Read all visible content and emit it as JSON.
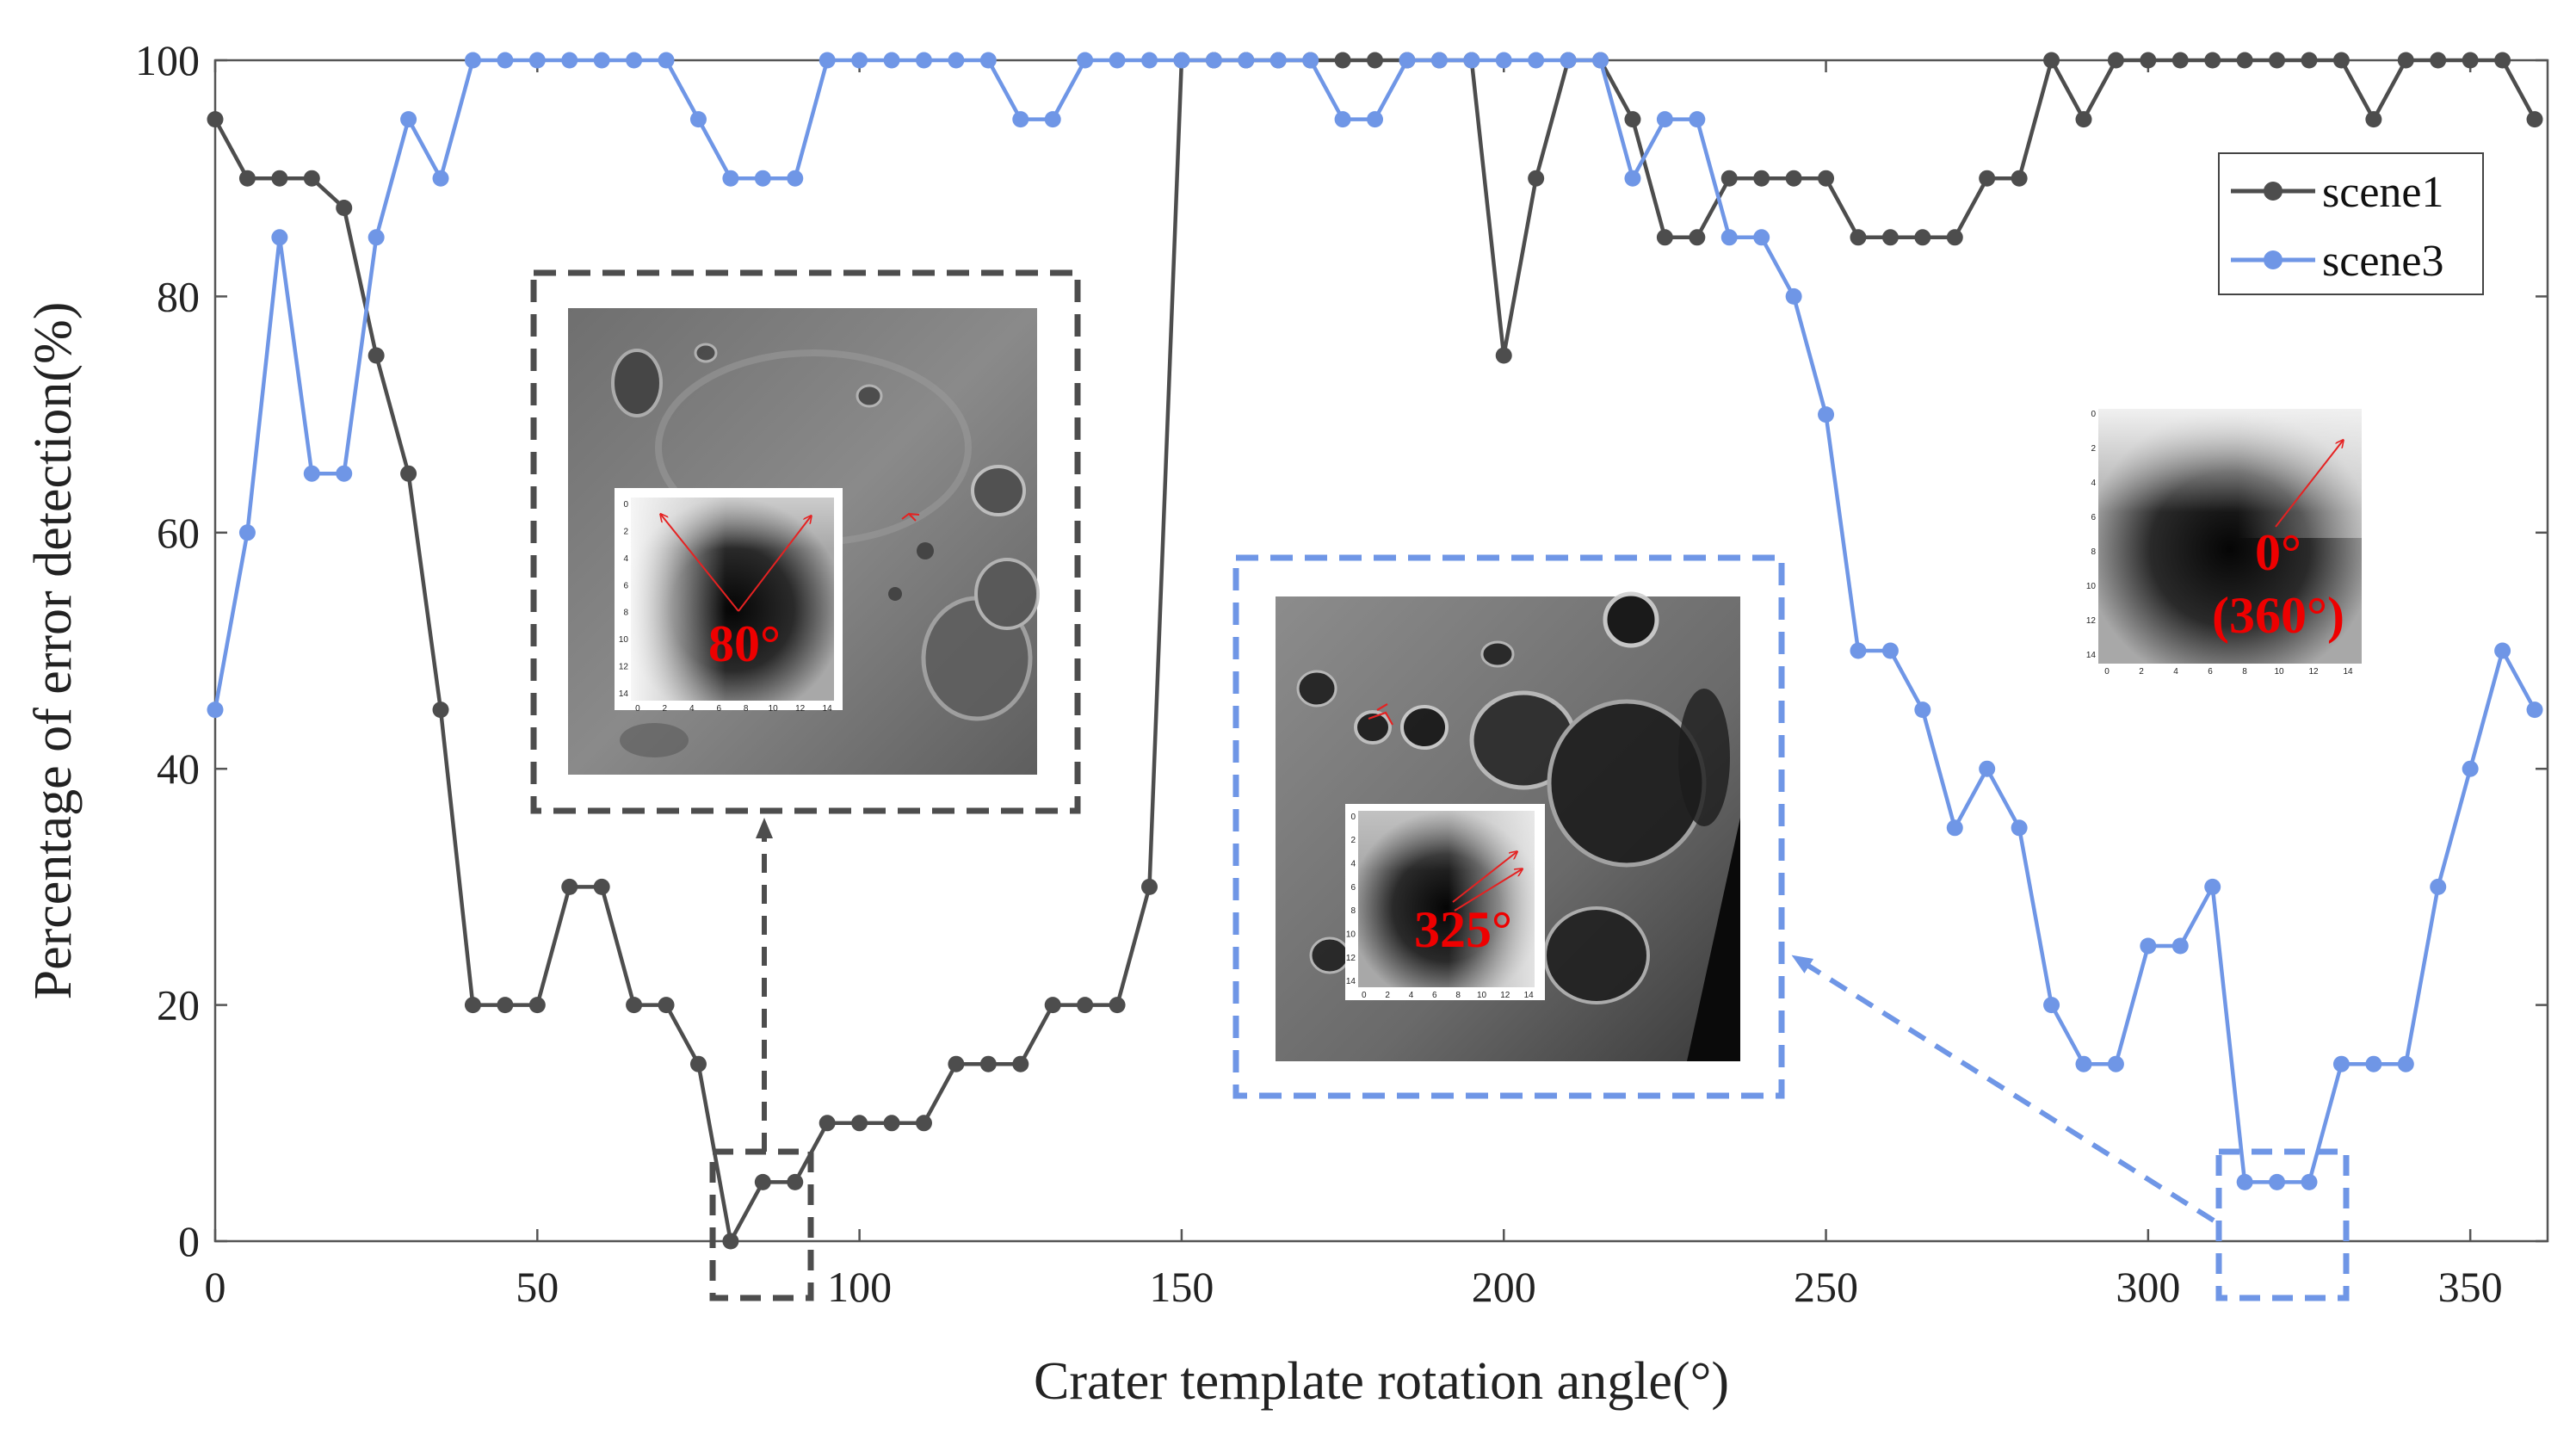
{
  "chart_data": {
    "type": "line",
    "title": "",
    "xlabel": "Crater template rotation angle(°)",
    "ylabel": "Percentage of error detection(%)",
    "xlim": [
      0,
      362
    ],
    "ylim": [
      0,
      100
    ],
    "xticks": [
      0,
      50,
      100,
      150,
      200,
      250,
      300,
      350
    ],
    "yticks": [
      0,
      20,
      40,
      60,
      80,
      100
    ],
    "grid": false,
    "legend_position": "top-right",
    "x": [
      0,
      5,
      10,
      15,
      20,
      25,
      30,
      35,
      40,
      45,
      50,
      55,
      60,
      65,
      70,
      75,
      80,
      85,
      90,
      95,
      100,
      105,
      110,
      115,
      120,
      125,
      130,
      135,
      140,
      145,
      150,
      155,
      160,
      165,
      170,
      175,
      180,
      185,
      190,
      195,
      200,
      205,
      210,
      215,
      220,
      225,
      230,
      235,
      240,
      245,
      250,
      255,
      260,
      265,
      270,
      275,
      280,
      285,
      290,
      295,
      300,
      305,
      310,
      315,
      320,
      325,
      330,
      335,
      340,
      345,
      350,
      355,
      360
    ],
    "series": [
      {
        "name": "scene1",
        "color": "#4d4d4d",
        "values": [
          95,
          90,
          90,
          90,
          87.5,
          75,
          65,
          45,
          20,
          20,
          20,
          30,
          30,
          20,
          20,
          15,
          0,
          5,
          5,
          10,
          10,
          10,
          10,
          15,
          15,
          15,
          20,
          20,
          20,
          30,
          100,
          100,
          100,
          100,
          100,
          100,
          100,
          100,
          100,
          100,
          75,
          90,
          100,
          100,
          95,
          85,
          85,
          90,
          90,
          90,
          90,
          85,
          85,
          85,
          85,
          90,
          90,
          100,
          95,
          100,
          100,
          100,
          100,
          100,
          100,
          100,
          100,
          95,
          100,
          100,
          100,
          100,
          95
        ]
      },
      {
        "name": "scene3",
        "color": "#6f96e6",
        "values": [
          45,
          60,
          85,
          65,
          65,
          85,
          95,
          90,
          100,
          100,
          100,
          100,
          100,
          100,
          100,
          95,
          90,
          90,
          90,
          100,
          100,
          100,
          100,
          100,
          100,
          95,
          95,
          100,
          100,
          100,
          100,
          100,
          100,
          100,
          100,
          95,
          95,
          100,
          100,
          100,
          100,
          100,
          100,
          100,
          90,
          95,
          95,
          85,
          85,
          80,
          70,
          50,
          50,
          45,
          35,
          40,
          35,
          20,
          15,
          15,
          25,
          25,
          30,
          5,
          5,
          5,
          15,
          15,
          15,
          30,
          40,
          50,
          45
        ]
      }
    ],
    "insets": [
      {
        "label": "80°",
        "angle": 80,
        "color": "#4d4d4d"
      },
      {
        "label": "325°",
        "angle": 325,
        "color": "#6f96e6"
      },
      {
        "label_line1": "0°",
        "label_line2": "(360°)",
        "angle": 0
      }
    ],
    "mini_ticks": [
      "0",
      "2",
      "4",
      "6",
      "8",
      "10",
      "12",
      "14"
    ]
  }
}
